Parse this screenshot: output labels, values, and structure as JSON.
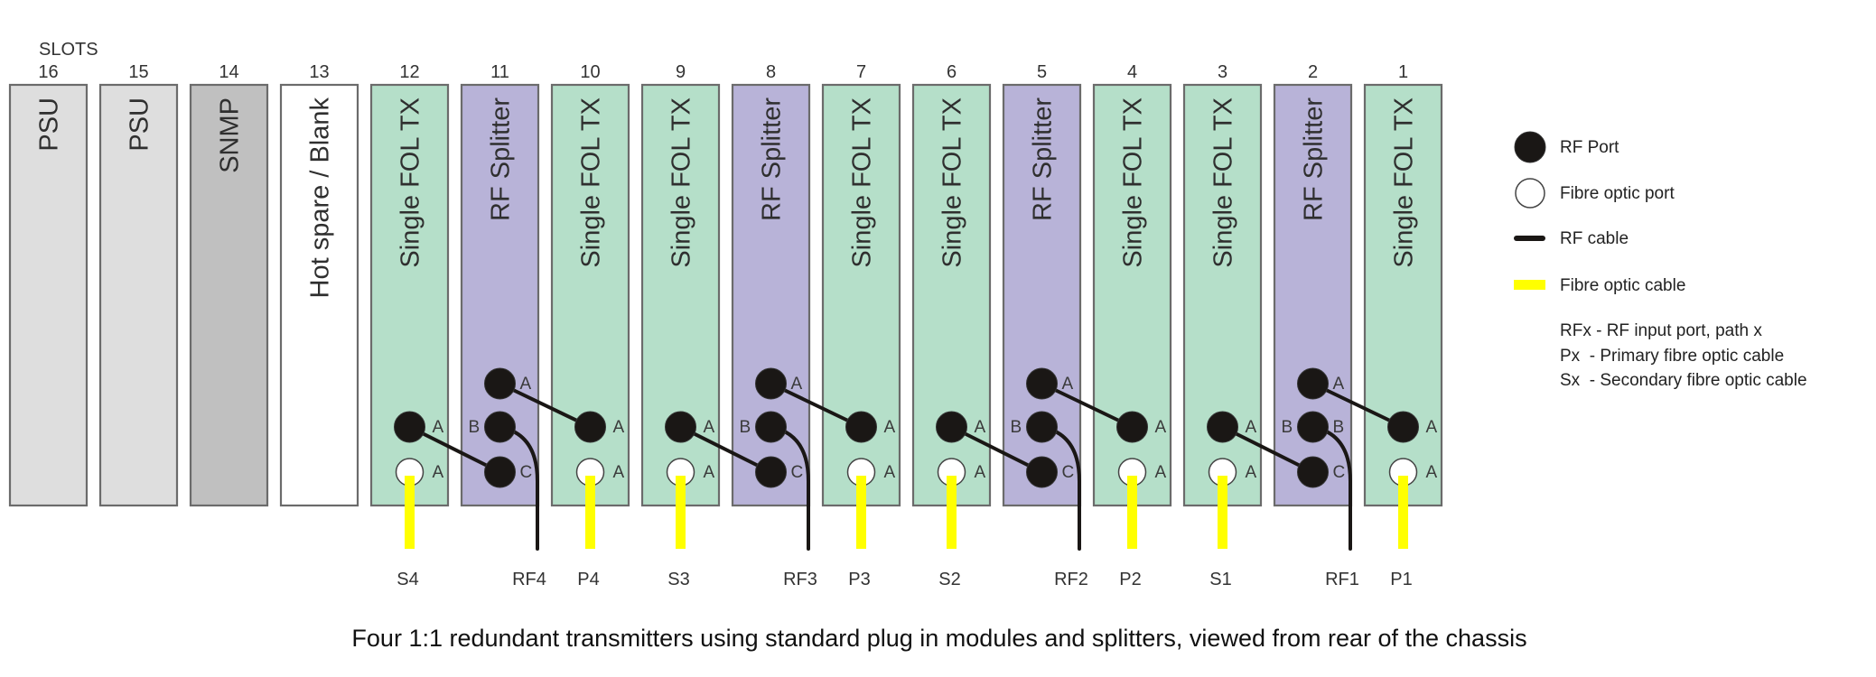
{
  "slots_title": "SLOTS",
  "colors": {
    "psu": "#dedede",
    "snmp": "#c0c0c0",
    "blank": "#ffffff",
    "fol_tx": "#b5dfc9",
    "rf_splitter": "#b8b3d8",
    "box_border": "#6b6b6b",
    "rf_port": "#1a1715",
    "fibre_port": "#ffffff",
    "rf_cable": "#1a1715",
    "fibre_cable": "#ffff00"
  },
  "slots": [
    {
      "number": "16",
      "type": "psu",
      "label": "PSU"
    },
    {
      "number": "15",
      "type": "psu",
      "label": "PSU"
    },
    {
      "number": "14",
      "type": "snmp",
      "label": "SNMP"
    },
    {
      "number": "13",
      "type": "blank",
      "label": "Hot spare / Blank"
    },
    {
      "number": "12",
      "type": "fol_tx",
      "label": "Single FOL TX",
      "rf_port": "A",
      "fibre_port": "A",
      "cable_label": "S4"
    },
    {
      "number": "11",
      "type": "rf_splitter",
      "label": "RF Splitter",
      "ports": [
        "A",
        "B",
        "C"
      ],
      "cable_label": "RF4"
    },
    {
      "number": "10",
      "type": "fol_tx",
      "label": "Single FOL TX",
      "rf_port": "A",
      "fibre_port": "A",
      "cable_label": "P4"
    },
    {
      "number": "9",
      "type": "fol_tx",
      "label": "Single FOL TX",
      "rf_port": "A",
      "fibre_port": "A",
      "cable_label": "S3"
    },
    {
      "number": "8",
      "type": "rf_splitter",
      "label": "RF Splitter",
      "ports": [
        "A",
        "B",
        "C"
      ],
      "cable_label": "RF3"
    },
    {
      "number": "7",
      "type": "fol_tx",
      "label": "Single FOL TX",
      "rf_port": "A",
      "fibre_port": "A",
      "cable_label": "P3"
    },
    {
      "number": "6",
      "type": "fol_tx",
      "label": "Single FOL TX",
      "rf_port": "A",
      "fibre_port": "A",
      "cable_label": "S2"
    },
    {
      "number": "5",
      "type": "rf_splitter",
      "label": "RF Splitter",
      "ports": [
        "A",
        "B",
        "C"
      ],
      "cable_label": "RF2"
    },
    {
      "number": "4",
      "type": "fol_tx",
      "label": "Single FOL TX",
      "rf_port": "A",
      "fibre_port": "A",
      "cable_label": "P2"
    },
    {
      "number": "3",
      "type": "fol_tx",
      "label": "Single FOL TX",
      "rf_port": "A",
      "fibre_port": "A",
      "cable_label": "S1"
    },
    {
      "number": "2",
      "type": "rf_splitter",
      "label": "RF Splitter",
      "ports": [
        "A",
        "B",
        "C"
      ],
      "extra_right_label": "B",
      "cable_label": "RF1"
    },
    {
      "number": "1",
      "type": "fol_tx",
      "label": "Single FOL TX",
      "rf_port": "A",
      "fibre_port": "A",
      "cable_label": "P1"
    }
  ],
  "connections": [
    {
      "from_slot": "12",
      "from_port": "A",
      "to_slot": "11",
      "to_port": "C"
    },
    {
      "from_slot": "11",
      "from_port": "A",
      "to_slot": "10",
      "to_port": "A"
    },
    {
      "from_slot": "9",
      "from_port": "A",
      "to_slot": "8",
      "to_port": "C"
    },
    {
      "from_slot": "8",
      "from_port": "A",
      "to_slot": "7",
      "to_port": "A"
    },
    {
      "from_slot": "6",
      "from_port": "A",
      "to_slot": "5",
      "to_port": "C"
    },
    {
      "from_slot": "5",
      "from_port": "A",
      "to_slot": "4",
      "to_port": "A"
    },
    {
      "from_slot": "3",
      "from_port": "A",
      "to_slot": "2",
      "to_port": "C"
    },
    {
      "from_slot": "2",
      "from_port": "A",
      "to_slot": "1",
      "to_port": "A"
    }
  ],
  "legend": {
    "items": [
      {
        "icon": "rf-port-icon",
        "label": "RF Port"
      },
      {
        "icon": "fibre-port-icon",
        "label": "Fibre optic port"
      },
      {
        "icon": "rf-cable-icon",
        "label": "RF cable"
      },
      {
        "icon": "fibre-cable-icon",
        "label": "Fibre optic cable"
      }
    ],
    "notes": [
      "RFx - RF input port, path x",
      "Px  - Primary fibre optic cable",
      "Sx  - Secondary fibre optic cable"
    ]
  },
  "caption": "Four 1:1 redundant transmitters using standard plug in modules and splitters, viewed from rear of the chassis"
}
